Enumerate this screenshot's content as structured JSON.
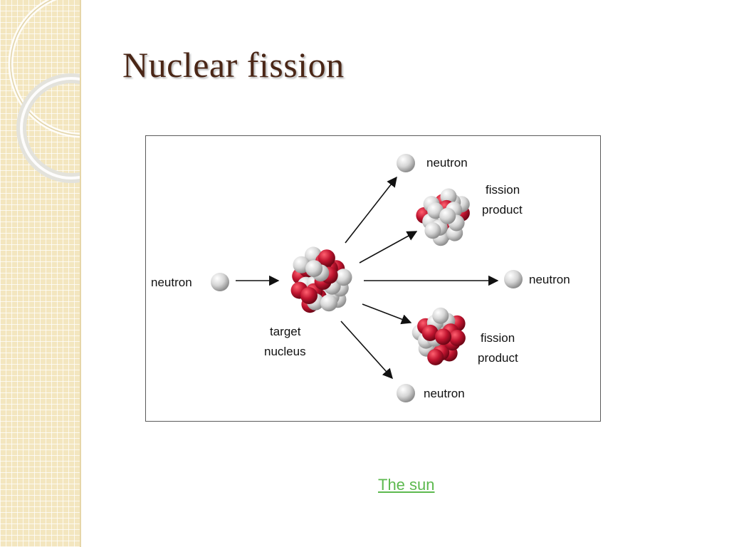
{
  "slide": {
    "title": "Nuclear fission",
    "link_text": "The sun"
  },
  "diagram": {
    "labels": {
      "neutron_in": "neutron",
      "target_line1": "target",
      "target_line2": "nucleus",
      "neutron_top": "neutron",
      "product_top_line1": "fission",
      "product_top_line2": "product",
      "neutron_mid": "neutron",
      "product_bottom_line1": "fission",
      "product_bottom_line2": "product",
      "neutron_bottom": "neutron"
    }
  },
  "colors": {
    "title": "#4a2616",
    "link": "#5db94f",
    "proton": "#c0142f",
    "neutron": "#d8d8d8",
    "side_band": "#f3e6bf"
  }
}
